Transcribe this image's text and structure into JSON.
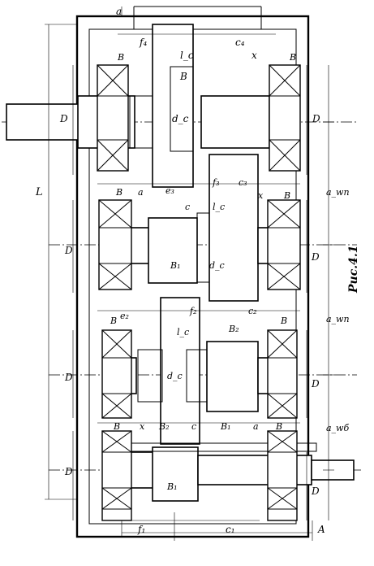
{
  "figure": {
    "caption": "Рис.4.1"
  },
  "labels": {
    "a_top": "a",
    "f4": "f₄",
    "c4": "c₄",
    "x_top": "x",
    "lc_top": "l_c",
    "B_top": "B",
    "dc_top": "d_c",
    "B_tl": "B",
    "B_tr": "B",
    "D_left_top": "D",
    "D_right_top": "D",
    "L": "L",
    "aw_top": "a_wп",
    "e3": "e₃",
    "f3": "f₃",
    "c3": "c₃",
    "c_mid": "c",
    "lc_mid": "l_c",
    "B_ml": "B",
    "a_mid": "a",
    "x_mid": "x",
    "B_mr": "B",
    "D_left_mid": "D",
    "D_right_mid": "D",
    "B1_mid": "B₁",
    "dc_mid": "d_c",
    "e2": "e₂",
    "f2": "f₂",
    "c2": "c₂",
    "aw_mid": "a_wп",
    "B_l3": "B",
    "B_r3": "B",
    "lc_low": "l_c",
    "B2_mid": "B₂",
    "D_left_low": "D",
    "D_right_low": "D",
    "dc_low": "d_c",
    "B_l4": "B",
    "x_low": "x",
    "B2_low": "B₂",
    "c_low": "c",
    "B1_low": "B₁",
    "a_low": "a",
    "B_r4": "B",
    "aw_low": "a_wб",
    "D_left_bot": "D",
    "D_right_bot": "D",
    "B1_bot": "B₁",
    "f1": "f₁",
    "c1": "c₁",
    "A": "A"
  }
}
